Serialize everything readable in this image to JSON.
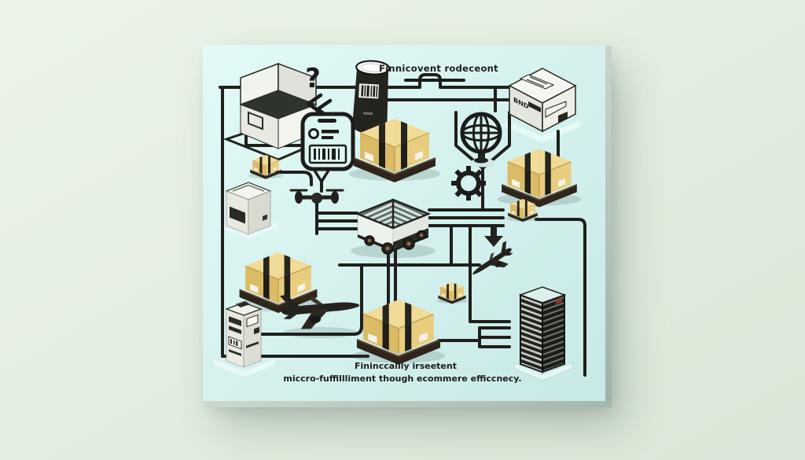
{
  "scene": {
    "title": "Finnicovent rodeceont",
    "caption_line1": "Fininccallly irseetent",
    "caption_line2": "miccro-fuffillliment though ecommere efficcnecy.",
    "bnd_label": "BND",
    "question_mark": "?"
  },
  "icons": [
    "open-box-icon",
    "question-mark",
    "chevrons-icon",
    "barcode-cylinder-icon",
    "bnd-parcel-icon",
    "smartphone-icon",
    "package-pallet-top",
    "globe-icon",
    "gear-icon",
    "package-pallet-right",
    "small-package-left",
    "drone-icon",
    "kiosk-printer-icon",
    "delivery-robot-icon",
    "small-package-right",
    "down-arrow-icon",
    "airplane-small-icon",
    "package-pallet-left",
    "airplane-large-icon",
    "small-package-middle",
    "package-pallet-bottom",
    "barcode-tower-icon",
    "server-rack-icon"
  ],
  "colors": {
    "background": "#e4eee1",
    "panel": "#d6f2ef",
    "panel_edge": "#a4b7ad",
    "line": "#1f1f1c",
    "ink": "#1c1c1a",
    "package_top": "#f0dc96",
    "package_left": "#dcbb66",
    "package_right": "#e9cd7f",
    "strap": "#26261e",
    "pallet": "#2e251c",
    "white_object": "#f0f2ec",
    "dark_object": "#24241f"
  }
}
